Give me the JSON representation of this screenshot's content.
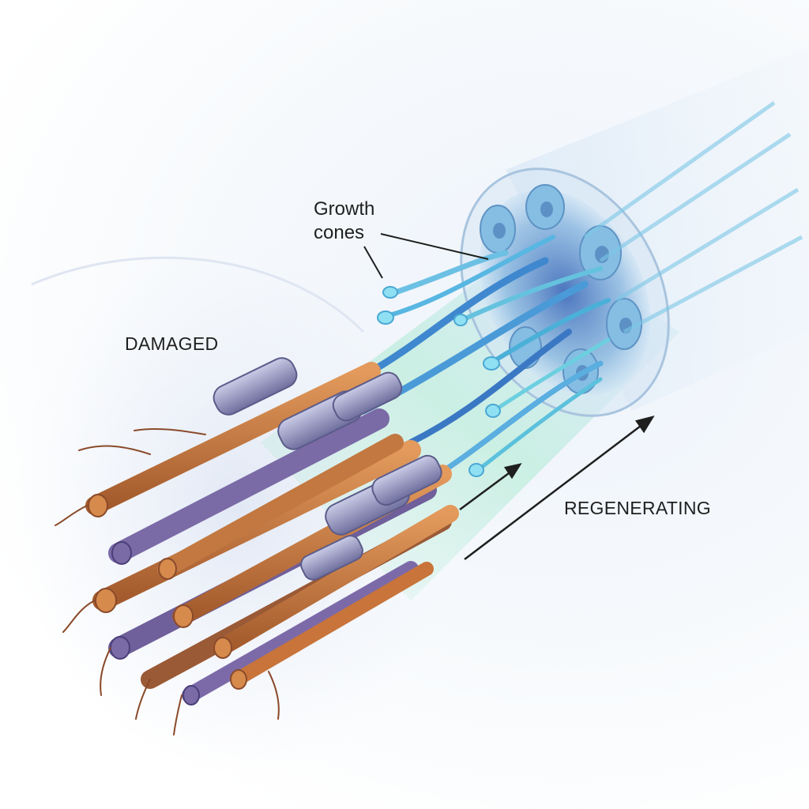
{
  "labels": {
    "growth_cones_line1": "Growth",
    "growth_cones_line2": "cones",
    "damaged": "DAMAGED",
    "regenerating": "REGENERATING"
  },
  "colors": {
    "damaged_axon": "#c8743a",
    "damaged_axon_dark": "#8a4a2a",
    "myelin_sheath": "#9a9cc4",
    "regenerating_axon": "#4fa3d8",
    "regenerating_glow": "#8ee0c8",
    "conduit": "#b9d3ea",
    "schwann_cell": "#7fb4dc"
  }
}
